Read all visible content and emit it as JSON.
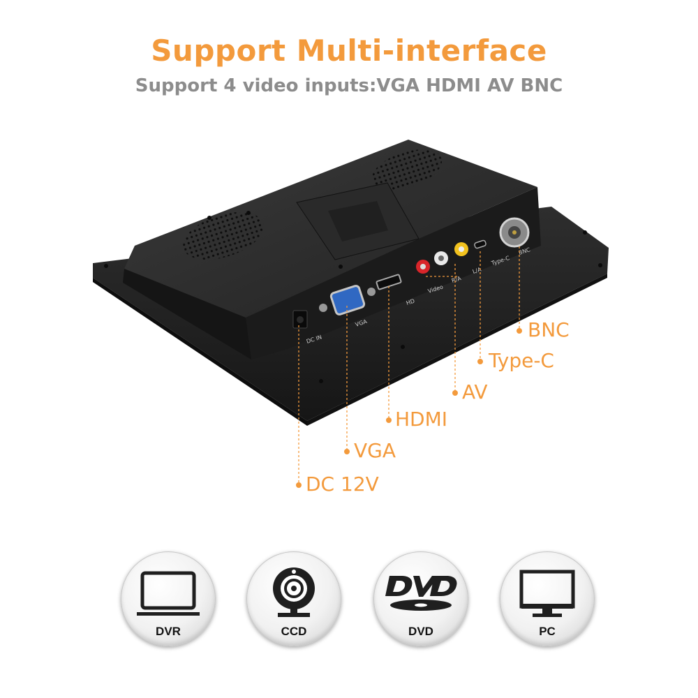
{
  "header": {
    "title": "Support Multi-interface",
    "subtitle": "Support 4 video inputs:VGA HDMI AV BNC"
  },
  "ports": {
    "bnc": "BNC",
    "typec": "Type-C",
    "av": "AV",
    "hdmi": "HDMI",
    "vga": "VGA",
    "dc": "DC 12V"
  },
  "panel_labels": {
    "dc_in": "DC  IN",
    "vga": "VGA",
    "hd": "HD",
    "video": "Video",
    "r": "R/A",
    "l": "L/A",
    "typec": "Type-C",
    "bnc": "BNC"
  },
  "devices": [
    {
      "label": "DVR",
      "icon": "laptop-icon"
    },
    {
      "label": "CCD",
      "icon": "webcam-icon"
    },
    {
      "label": "DVD",
      "icon": "dvd-logo-icon"
    },
    {
      "label": "PC",
      "icon": "monitor-icon"
    }
  ],
  "colors": {
    "accent": "#f39a3c",
    "subtitle": "#8c8c8c",
    "device_body": "#1f1f1f"
  }
}
